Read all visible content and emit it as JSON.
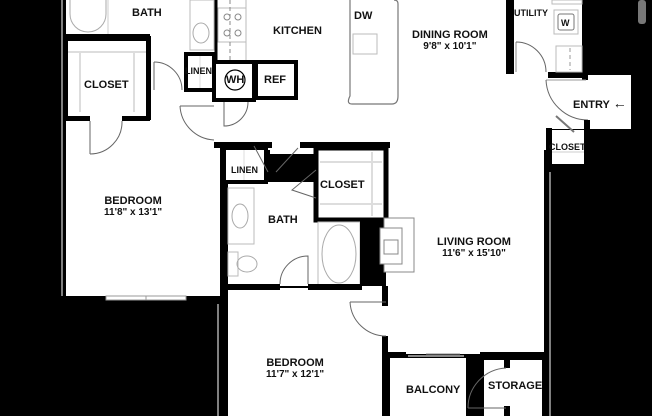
{
  "floor_plan": {
    "rooms": {
      "bath_top": {
        "name": "BATH"
      },
      "kitchen": {
        "name": "KITCHEN"
      },
      "dining_room": {
        "name": "DINING ROOM",
        "dimensions": "9'8\" x 10'1\""
      },
      "utility": {
        "name": "UTILITY"
      },
      "closet_master": {
        "name": "CLOSET"
      },
      "linen_top": {
        "name": "LINEN"
      },
      "entry": {
        "name": "ENTRY",
        "arrow": "←"
      },
      "closet_entry": {
        "name": "CLOSET"
      },
      "bedroom_1": {
        "name": "BEDROOM",
        "dimensions": "11'8\" x 13'1\""
      },
      "linen_mid": {
        "name": "LINEN"
      },
      "closet_mid": {
        "name": "CLOSET"
      },
      "bath_mid": {
        "name": "BATH"
      },
      "living_room": {
        "name": "LIVING ROOM",
        "dimensions": "11'6\" x 15'10\""
      },
      "bedroom_2": {
        "name": "BEDROOM",
        "dimensions": "11'7\" x 12'1\""
      },
      "balcony": {
        "name": "BALCONY"
      },
      "storage": {
        "name": "STORAGE"
      }
    },
    "fixtures": {
      "dishwasher": "DW",
      "water_heater": "WH",
      "refrigerator": "REF",
      "washer": "W"
    }
  }
}
